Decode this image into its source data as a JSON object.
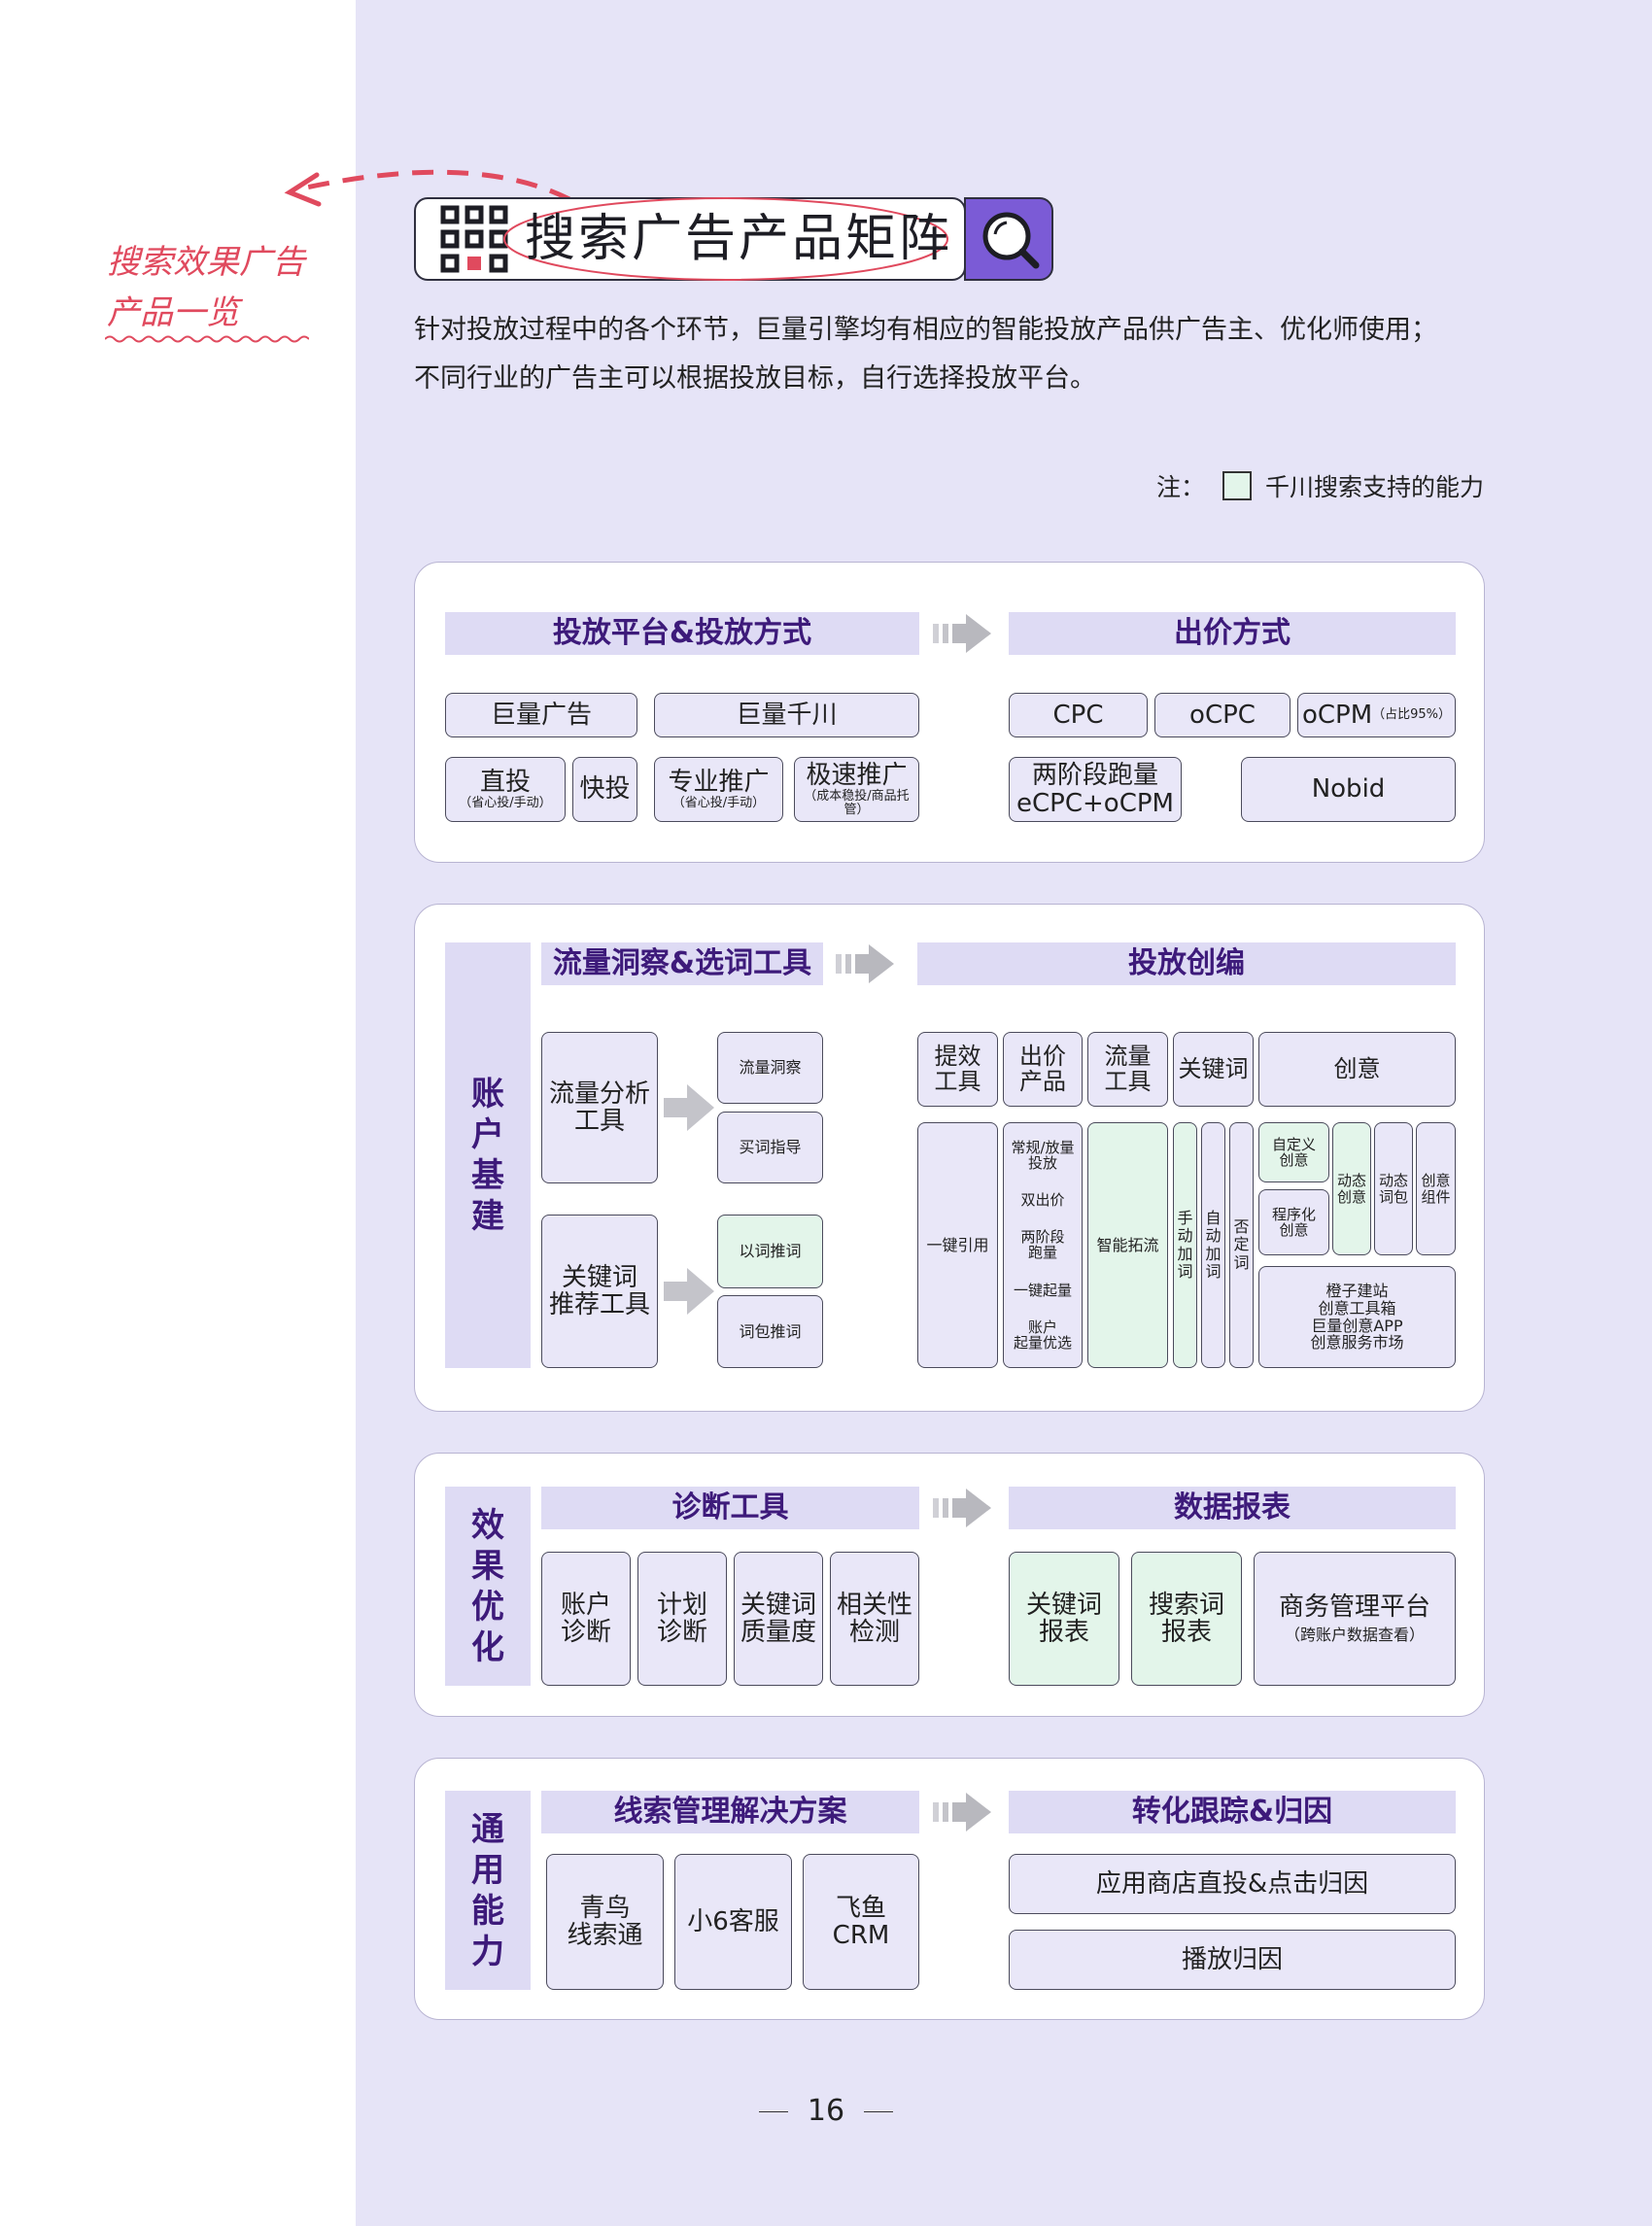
{
  "side_note": {
    "line1": "搜索效果广告",
    "line2": "产品一览"
  },
  "title": "搜索广告产品矩阵",
  "intro": {
    "line1": "针对投放过程中的各个环节，巨量引擎均有相应的智能投放产品供广告主、优化师使用；",
    "line2": "不同行业的广告主可以根据投放目标，自行选择投放平台。"
  },
  "legend": {
    "prefix": "注：",
    "label": "千川搜索支持的能力",
    "green": "#e3f5ea"
  },
  "colors": {
    "page_bg": "#e6e4f7",
    "band": "#dedbf4",
    "band_text": "#3d1a7a",
    "box": "#e9e7f8",
    "accent": "#7b5bd6",
    "side_note": "#e04a5e"
  },
  "s1": {
    "band_left": "投放平台&投放方式",
    "band_right": "出价方式",
    "juliang_ad": "巨量广告",
    "juliang_qc": "巨量千川",
    "zhitou": "直投",
    "zhitou_sub": "（省心投/手动）",
    "kuaitou": "快投",
    "zhuanye": "专业推广",
    "zhuanye_sub": "（省心投/手动）",
    "jisu": "极速推广",
    "jisu_sub": "（成本稳投/商品托管）",
    "cpc": "CPC",
    "ocpc": "oCPC",
    "ocpm": "oCPM",
    "ocpm_sub": "（占比95%）",
    "two_stage_1": "两阶段跑量",
    "two_stage_2": "eCPC+oCPM",
    "nobid": "Nobid"
  },
  "s2": {
    "side": [
      "账",
      "户",
      "基",
      "建"
    ],
    "band_left": "流量洞察&选词工具",
    "band_right": "投放创编",
    "traffic_tool": "流量分析\n工具",
    "traffic_insight": "流量洞察",
    "buy_guide": "买词指导",
    "kw_tool": "关键词\n推荐工具",
    "word_rec": "以词推词",
    "pack_rec": "词包推词",
    "h_tixiao": "提效\n工具",
    "h_chujia": "出价\n产品",
    "h_liuliang": "流量\n工具",
    "h_keyword": "关键词",
    "h_creative": "创意",
    "yijian": "一键引用",
    "bid_items": [
      "常规/放量\n投放",
      "双出价",
      "两阶段\n跑量",
      "一键起量",
      "账户\n起量优选"
    ],
    "zhineng": "智能拓流",
    "manual_kw": "手\n动\n加\n词",
    "auto_kw": "自\n动\n加\n词",
    "neg_kw": "否\n定\n词",
    "custom_creative": "自定义\n创意",
    "program_creative": "程序化\n创意",
    "dynamic_creative": "动态\n创意",
    "dynamic_pack": "动态\n词包",
    "creative_comp": "创意\n组件",
    "tools": "橙子建站\n创意工具箱\n巨量创意APP\n创意服务市场"
  },
  "s3": {
    "side": [
      "效",
      "果",
      "优",
      "化"
    ],
    "band_left": "诊断工具",
    "band_right": "数据报表",
    "acct_diag": "账户\n诊断",
    "plan_diag": "计划\n诊断",
    "kw_quality": "关键词\n质量度",
    "relevance": "相关性\n检测",
    "kw_report": "关键词\n报表",
    "search_report": "搜索词\n报表",
    "biz_platform": "商务管理平台",
    "biz_sub": "（跨账户数据查看）"
  },
  "s4": {
    "side": [
      "通",
      "用",
      "能",
      "力"
    ],
    "band_left": "线索管理解决方案",
    "band_right": "转化跟踪&归因",
    "qingniao": "青鸟\n线索通",
    "xiao6": "小6客服",
    "feiyu": "飞鱼\nCRM",
    "app_store": "应用商店直投&点击归因",
    "play_attr": "播放归因"
  },
  "page_number": "16"
}
